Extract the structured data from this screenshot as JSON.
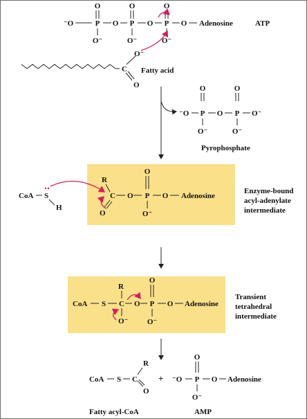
{
  "colors": {
    "highlight_box": "#fbe08a",
    "arrow_curly": "#d81b60",
    "ink": "#111111",
    "border": "#6b6b6b"
  },
  "atoms": {
    "P": "P",
    "O": "O",
    "O_minus": "O⁻",
    "minus_O": "⁻O",
    "C": "C",
    "S": "S",
    "H": "H",
    "R": "R",
    "CoA": "CoA",
    "Adenosine": "Adenosine",
    "plus": "+"
  },
  "labels": {
    "atp": "ATP",
    "fatty_acid": "Fatty acid",
    "pyrophosphate": "Pyrophosphate",
    "acyl_adenylate": [
      "Enzyme-bound",
      "acyl-adenylate",
      "intermediate"
    ],
    "tetrahedral": [
      "Transient",
      "tetrahedral",
      "intermediate"
    ],
    "fatty_acyl_coa": "Fatty acyl-CoA",
    "amp": "AMP"
  }
}
